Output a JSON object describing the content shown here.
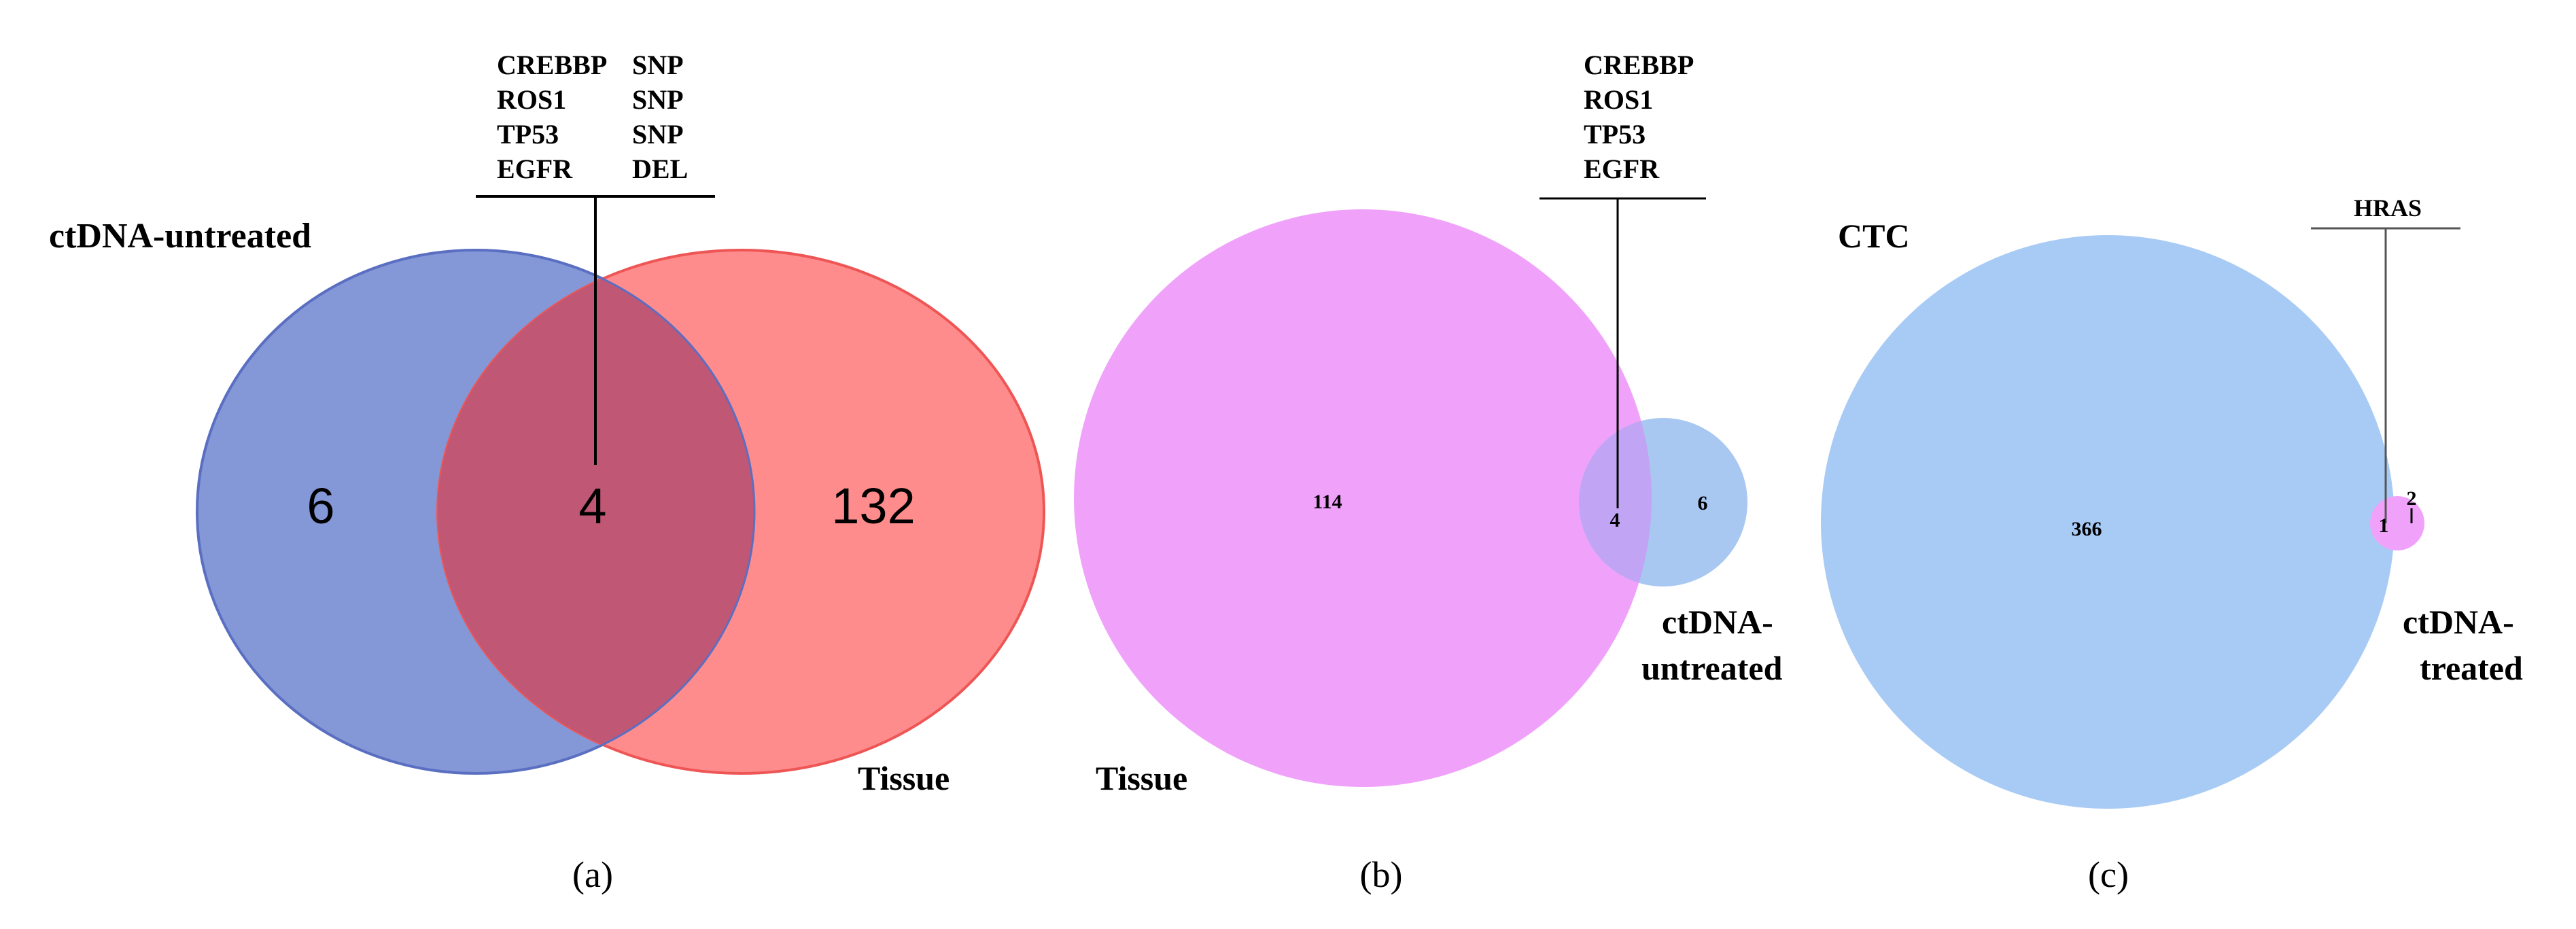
{
  "panel_a": {
    "caption": "(a)",
    "left_label": "ctDNA-untreated",
    "right_label": "Tissue",
    "left_only": "6",
    "overlap": "4",
    "right_only": "132",
    "genes": [
      {
        "gene": "CREBBP",
        "type": "SNP"
      },
      {
        "gene": "ROS1",
        "type": "SNP"
      },
      {
        "gene": "TP53",
        "type": "SNP"
      },
      {
        "gene": "EGFR",
        "type": "DEL"
      }
    ],
    "colors": {
      "left": "#8497d6",
      "right": "#ff8c8c",
      "overlap": "#c05775"
    }
  },
  "panel_b": {
    "caption": "(b)",
    "big_label": "Tissue",
    "small_label_line1": "ctDNA-",
    "small_label_line2": "untreated",
    "big_only": "114",
    "overlap": "4",
    "small_only": "6",
    "genes": [
      "CREBBP",
      "ROS1",
      "TP53",
      "EGFR"
    ],
    "colors": {
      "big": "#f0a2fa",
      "small": "#a8c8f2",
      "overlap": "#c2a4f4"
    }
  },
  "panel_c": {
    "caption": "(c)",
    "big_label": "CTC",
    "small_label_line1": "ctDNA-",
    "small_label_line2": "treated",
    "big_only": "366",
    "overlap": "1",
    "small_only": "2",
    "genes": [
      "HRAS"
    ],
    "colors": {
      "big": "#a8cbf5",
      "small": "#f0a2fa"
    }
  }
}
